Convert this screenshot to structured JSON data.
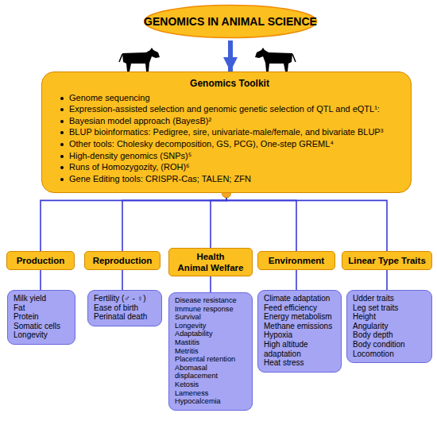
{
  "diagram": {
    "nodes": [
      {
        "text": [
          "GENOMICS IN ANIMAL SCIENCE"
        ]
      },
      {
        "text": [
          "Genomics Toolkit",
          "Genome sequencing",
          "Expression-assisted selection and genomic genetic selection of QTL and eQTL¹:",
          "Bayesian model approach (BayesB)²",
          "BLUP bioinformatics: Pedigree, sire, univariate-male/female, and bivariate BLUP³",
          "Other tools: Cholesky decomposition, GS, PCG), One-step GREML⁴",
          "High-density genomics (SNPs)⁵",
          "Runs of Homozygozity, (ROH)⁶",
          "Gene Editing tools: CRISPR-Cas; TALEN; ZFN"
        ]
      },
      {
        "text": [
          "Production"
        ]
      },
      {
        "text": [
          "Milk yield",
          "Fat",
          "Protein",
          "Somatic cells",
          "Longevity"
        ]
      },
      {
        "text": [
          "Reproduction"
        ]
      },
      {
        "text": [
          "Fertility (♂ - ♀)",
          "Ease of birth",
          "Perinatal death"
        ]
      },
      {
        "text": [
          "Health",
          "Animal Welfare"
        ]
      },
      {
        "text": [
          "Disease resistance",
          "Immune response",
          "Survival",
          "Longevity",
          "Adaptability",
          "Mastitis",
          "Metritis",
          "Placental retention",
          "Abomasal displacement",
          "Ketosis",
          "Lameness",
          "Hypocalcemia"
        ]
      },
      {
        "text": [
          "Environment"
        ]
      },
      {
        "text": [
          "Climate adaptation",
          "Feed efficiency",
          "Energy metabolism",
          "Methane emissions",
          "Hypoxia",
          "High altitude adaptation",
          "Heat stress"
        ]
      },
      {
        "text": [
          "Linear Type Traits"
        ]
      },
      {
        "text": [
          "Udder traits",
          "Leg set traits",
          "Height",
          "Angularity",
          "Body depth",
          "Body condition",
          "Locomotion"
        ]
      }
    ],
    "edges": [
      {
        "from": 0,
        "to": 1,
        "arrow": "to"
      },
      {
        "from": 1,
        "to": 2,
        "arrow": "none"
      },
      {
        "from": 1,
        "to": 4,
        "arrow": "none"
      },
      {
        "from": 1,
        "to": 6,
        "arrow": "none"
      },
      {
        "from": 1,
        "to": 8,
        "arrow": "none"
      },
      {
        "from": 1,
        "to": 10,
        "arrow": "none"
      },
      {
        "from": 2,
        "to": 3,
        "arrow": "none"
      },
      {
        "from": 4,
        "to": 5,
        "arrow": "none"
      },
      {
        "from": 6,
        "to": 7,
        "arrow": "none"
      },
      {
        "from": 8,
        "to": 9,
        "arrow": "none"
      },
      {
        "from": 10,
        "to": 11,
        "arrow": "none"
      }
    ]
  }
}
